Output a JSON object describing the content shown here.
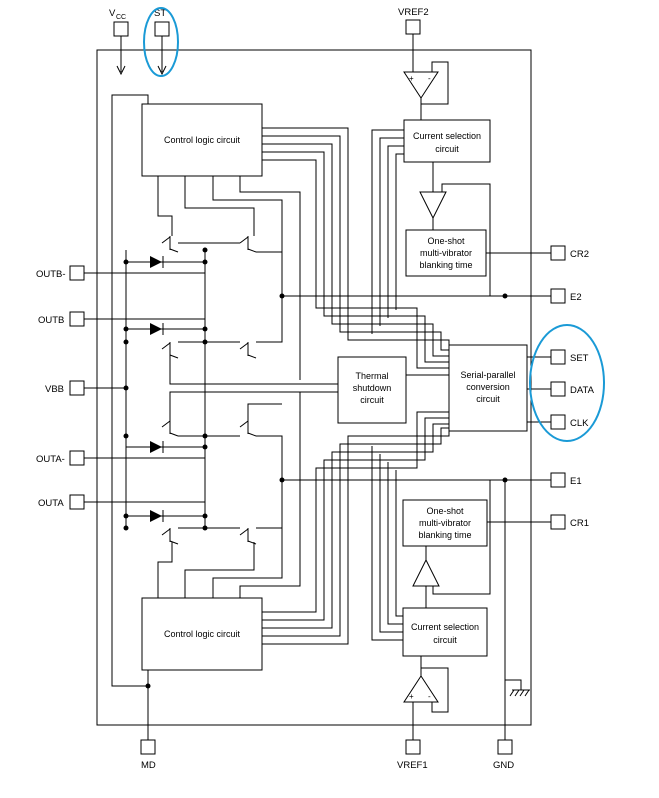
{
  "colors": {
    "line": "#000000",
    "highlight": "#1a9ad6",
    "background": "#ffffff"
  },
  "pins": {
    "vcc": "V",
    "vcc_sub": "CC",
    "st": "ST",
    "vref2": "VREF2",
    "outb_neg": "OUTB-",
    "outb": "OUTB",
    "vbb": "VBB",
    "outa_neg": "OUTA-",
    "outa": "OUTA",
    "cr2": "CR2",
    "e2": "E2",
    "set": "SET",
    "data": "DATA",
    "clk": "CLK",
    "e1": "E1",
    "cr1": "CR1",
    "md": "MD",
    "vref1": "VREF1",
    "gnd": "GND"
  },
  "blocks": {
    "control_top": "Control logic circuit",
    "control_bottom": "Control logic circuit",
    "current_sel_top": [
      "Current selection",
      "circuit"
    ],
    "current_sel_bottom": [
      "Current selection",
      "circuit"
    ],
    "oneshot_top": [
      "One-shot",
      "multi-vibrator",
      "blanking time"
    ],
    "oneshot_bottom": [
      "One-shot",
      "multi-vibrator",
      "blanking time"
    ],
    "thermal": [
      "Thermal",
      "shutdown",
      "circuit"
    ],
    "serial": [
      "Serial-parallel",
      "conversion",
      "circuit"
    ]
  },
  "opamp_signs": {
    "plus": "+",
    "minus": "-"
  }
}
